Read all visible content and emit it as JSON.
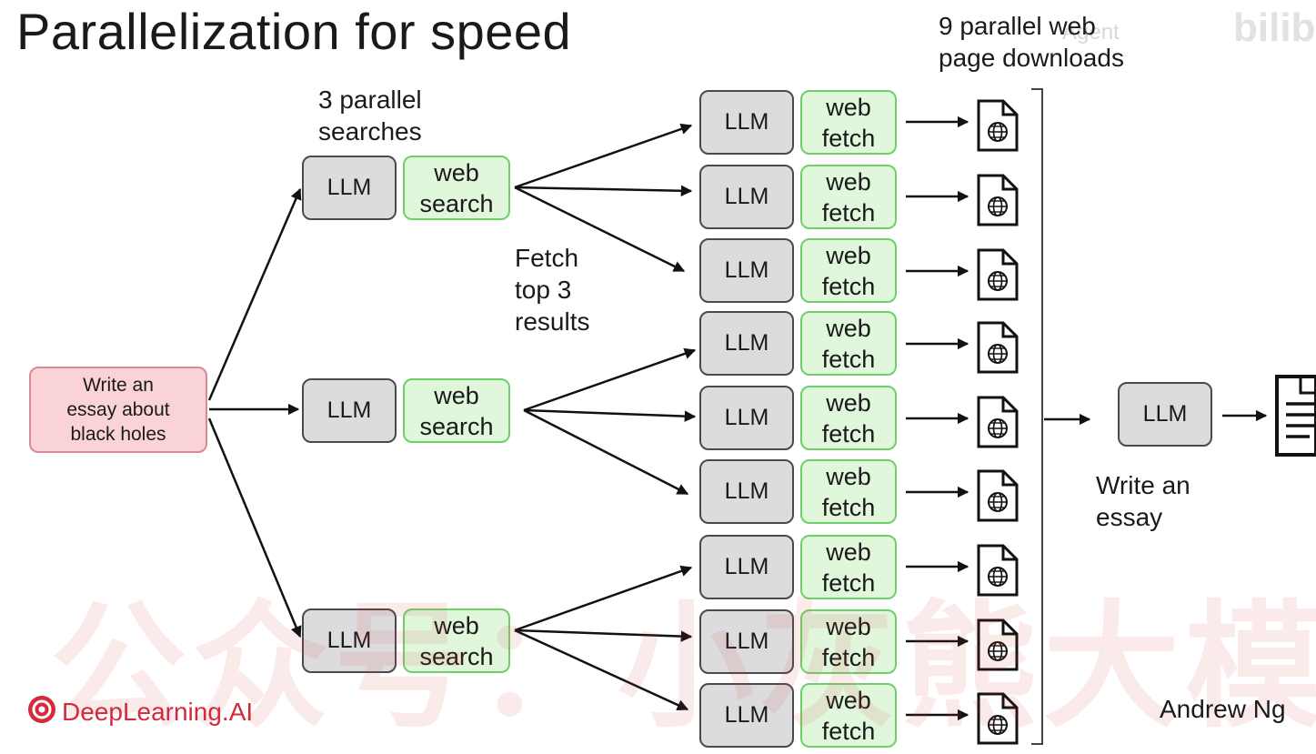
{
  "title": "Parallelization for speed",
  "task_box": "Write an\nessay about\nblack holes",
  "labels": {
    "parallel_searches": "3 parallel\nsearches",
    "fetch_top": "Fetch\ntop 3\nresults",
    "parallel_downloads": "9 parallel web\npage downloads",
    "write_essay": "Write an\nessay"
  },
  "llm_label": "LLM",
  "search_label": "web\nsearch",
  "fetch_label": "web\nfetch",
  "brand": "DeepLearning.AI",
  "author": "Andrew Ng",
  "watermark_text": "公众号：小灰熊大模型",
  "corner_watermark": "bilibili",
  "corner_mark_text": "Agent",
  "colors": {
    "llm_fill": "#dcdcdf",
    "tool_fill": "#e0f7dc",
    "tool_border": "#6fd06a",
    "task_fill": "#f9d3d6",
    "task_border": "#d98a94",
    "brand": "#d42a3c"
  },
  "icons": [
    "web-document-icon",
    "text-document-icon",
    "deeplearning-logo-icon"
  ]
}
